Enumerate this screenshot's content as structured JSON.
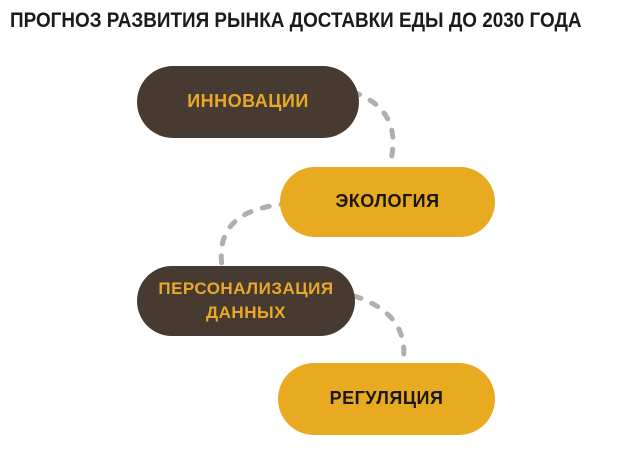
{
  "title": "ПРОГНОЗ РАЗВИТИЯ РЫНКА ДОСТАВКИ ЕДЫ ДО 2030 ГОДА",
  "colors": {
    "background": "#ffffff",
    "title_text": "#1b1b1b",
    "node_dark_fill": "#473a31",
    "node_yellow_fill": "#e8aa21",
    "label_on_dark": "#eaa828",
    "label_on_yellow": "#1a1612",
    "connector": "#b0afad"
  },
  "diagram": {
    "nodes": [
      {
        "id": "innovations",
        "label": "ИННОВАЦИИ",
        "variant": "dark"
      },
      {
        "id": "ecology",
        "label": "ЭКОЛОГИЯ",
        "variant": "yellow"
      },
      {
        "id": "personal-data",
        "label": "ПЕРСОНАЛИЗАЦИЯ ДАННЫХ",
        "variant": "dark"
      },
      {
        "id": "regulation",
        "label": "РЕГУЛЯЦИЯ",
        "variant": "yellow"
      }
    ],
    "connections": [
      {
        "from": "ИННОВАЦИИ",
        "to": "ЭКОЛОГИЯ",
        "style": "dashed"
      },
      {
        "from": "ЭКОЛОГИЯ",
        "to": "ПЕРСОНАЛИЗАЦИЯ ДАННЫХ",
        "style": "dashed"
      },
      {
        "from": "ПЕРСОНАЛИЗАЦИЯ ДАННЫХ",
        "to": "РЕГУЛЯЦИЯ",
        "style": "dashed"
      }
    ]
  }
}
